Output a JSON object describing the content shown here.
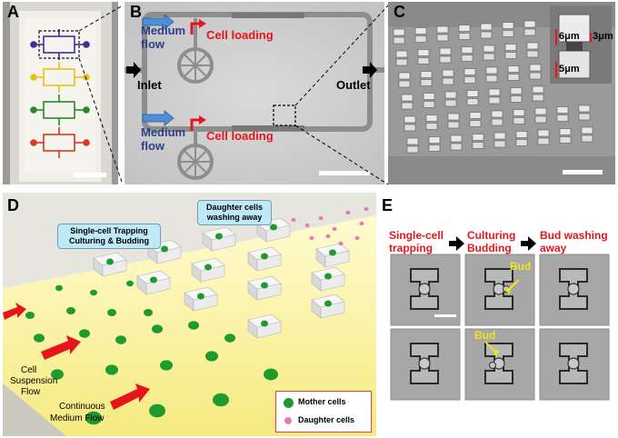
{
  "panels": {
    "a": {
      "label": "A"
    },
    "b": {
      "label": "B",
      "medium_flow_top": "Medium",
      "medium_flow_top2": "flow",
      "cell_loading_top": "Cell loading",
      "inlet": "Inlet",
      "outlet": "Outlet",
      "medium_flow_bottom": "Medium",
      "medium_flow_bottom2": "flow",
      "cell_loading_bottom": "Cell loading"
    },
    "c": {
      "label": "C",
      "dim_height": "6μm",
      "dim_gap": "3μm",
      "dim_width": "5μm"
    },
    "d": {
      "label": "D",
      "callout_trap_line1": "Single-cell Trapping",
      "callout_trap_line2": "Culturing & Budding",
      "callout_wash_line1": "Daughter cells",
      "callout_wash_line2": "washing away",
      "cell_suspension_1": "Cell",
      "cell_suspension_2": "Suspension",
      "cell_suspension_3": "Flow",
      "continuous_1": "Continuous",
      "continuous_2": "Medium Flow",
      "legend_mother": "Mother cells",
      "legend_daughter": "Daughter cells"
    },
    "e": {
      "label": "E",
      "step1_line1": "Single-cell",
      "step1_line2": "trapping",
      "step2_line1": "Culturing",
      "step2_line2": "Budding",
      "step3_line1": "Bud washing",
      "step3_line2": "away",
      "bud_top": "Bud",
      "bud_bottom": "Bud"
    }
  },
  "colors": {
    "red_text": "#e8141c",
    "blue_text": "#2b3f86",
    "flow_arrow_blue": "#4f8fd6",
    "channel_yellow": "#fbf6a8",
    "cell_green": "#1f9a2c",
    "daughter_pink": "#e87ab8"
  }
}
